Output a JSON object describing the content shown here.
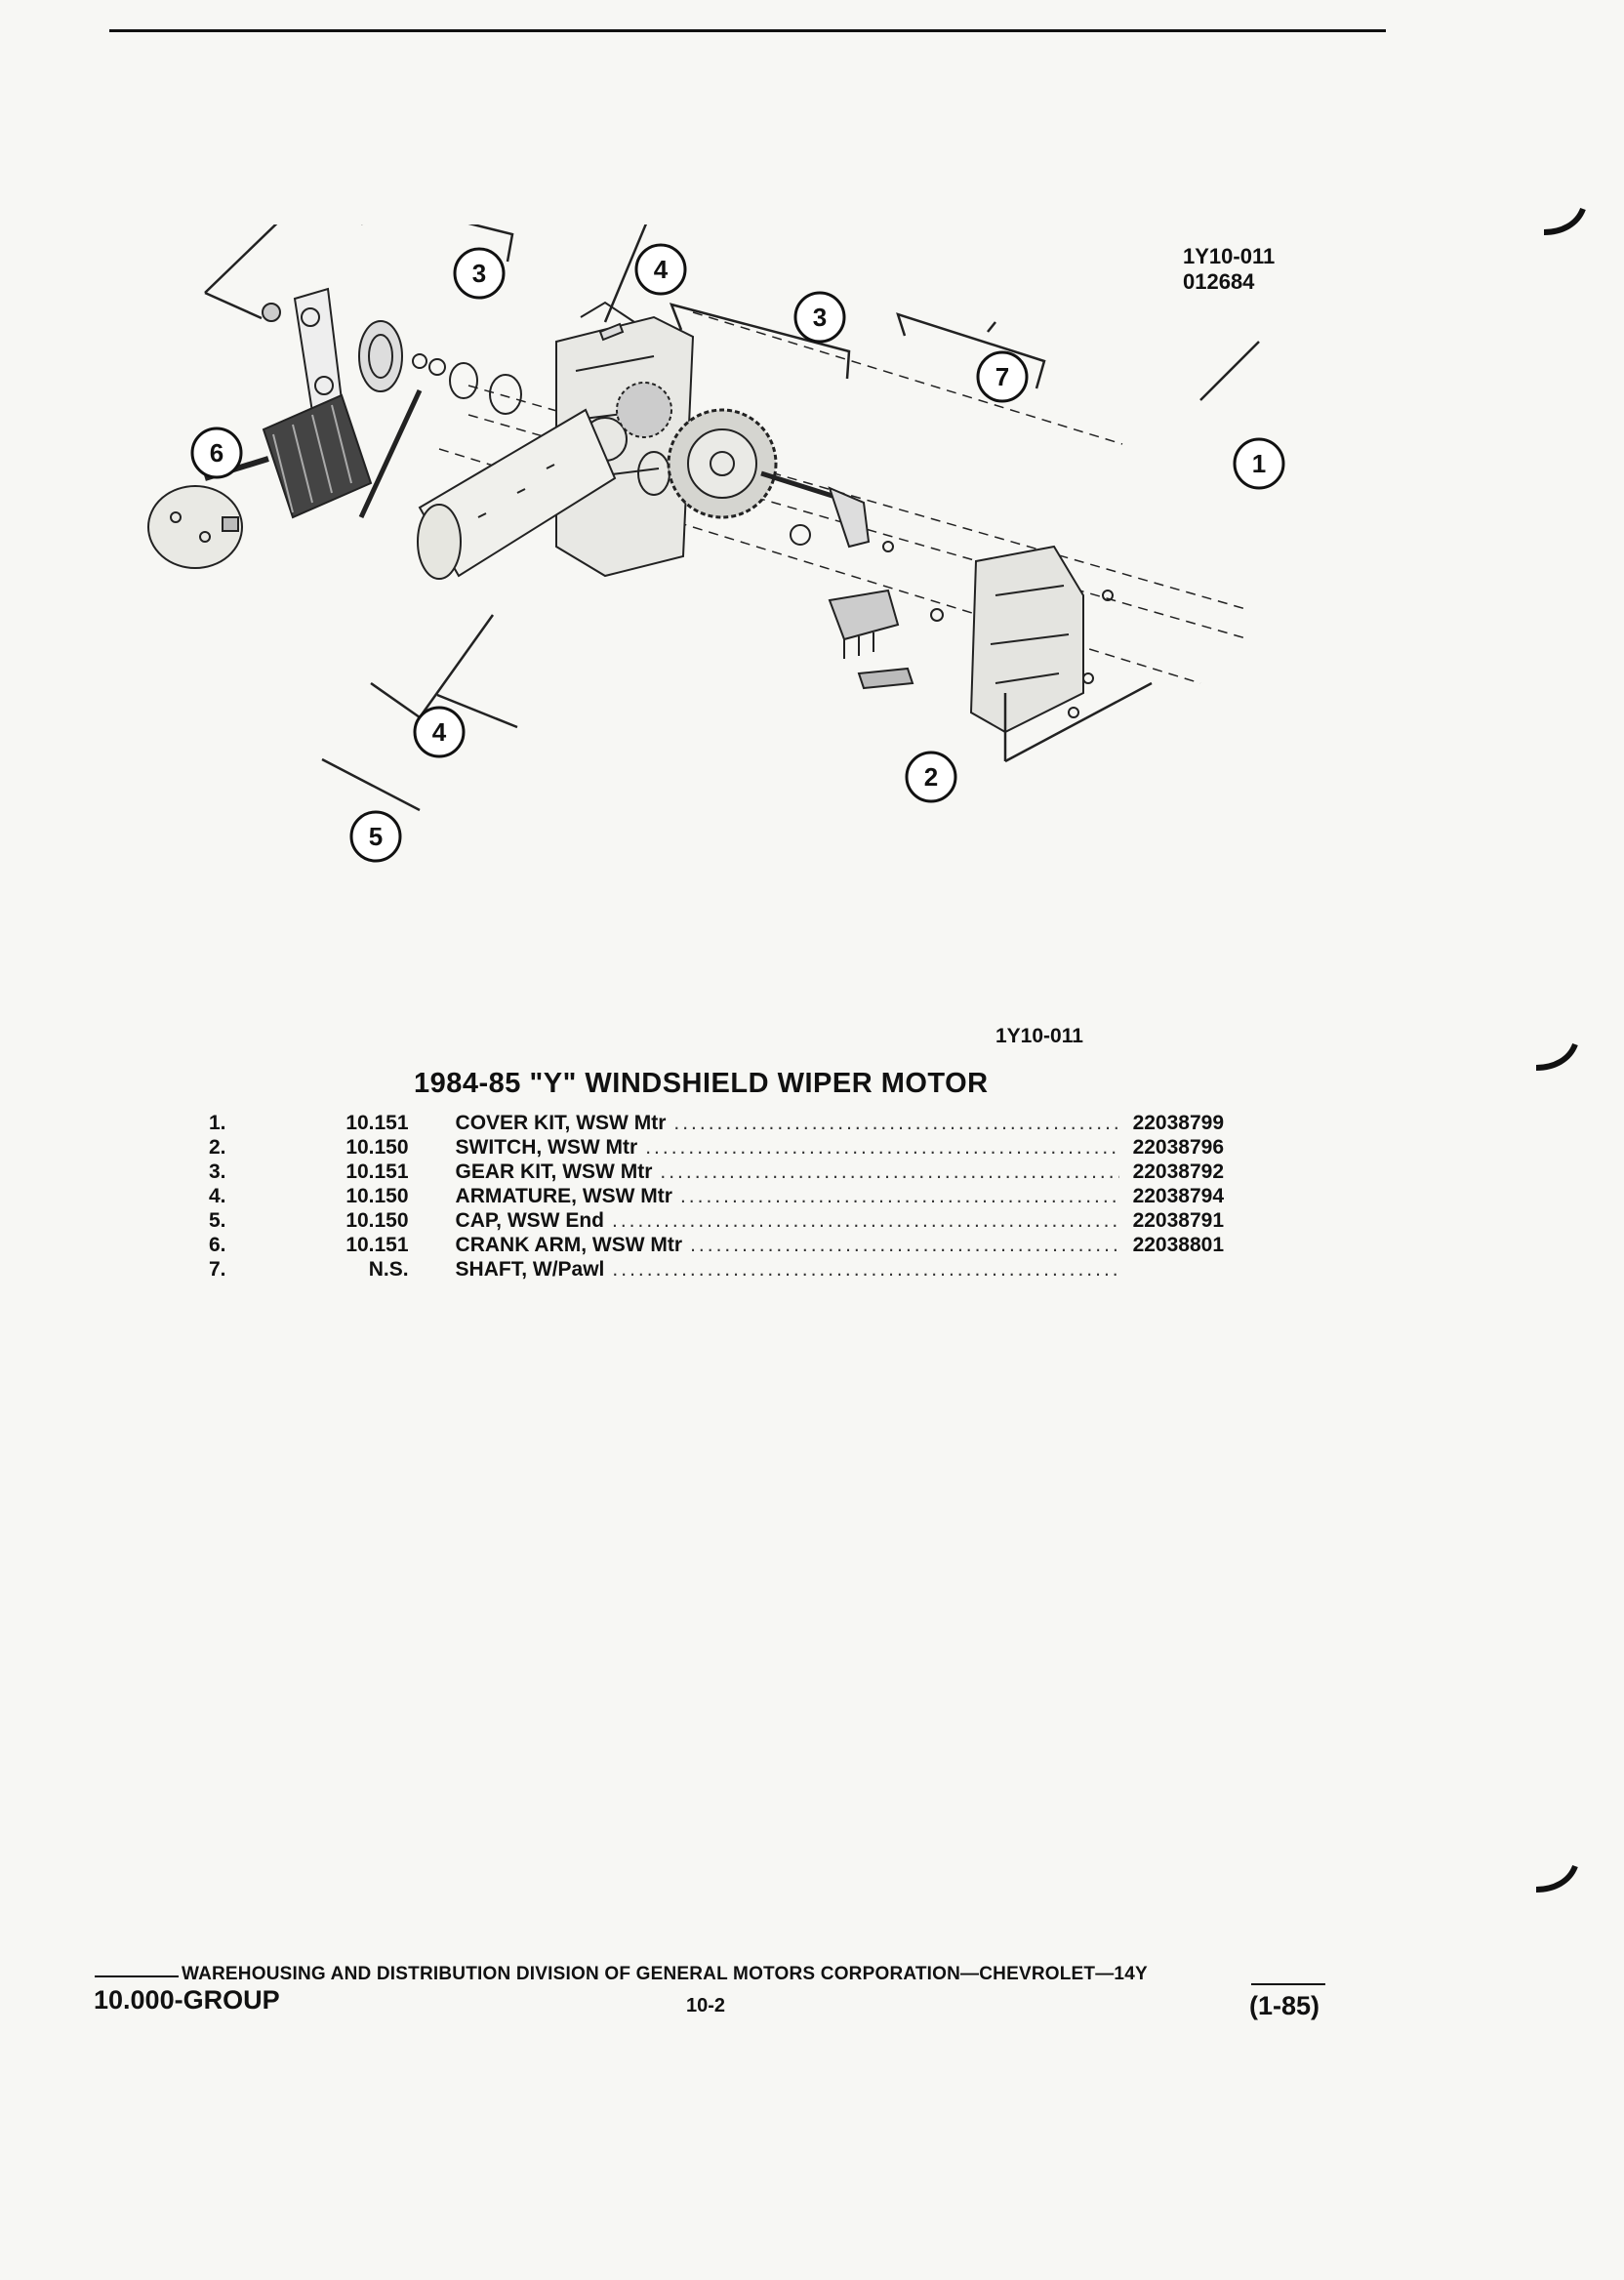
{
  "figure": {
    "tag_line1": "1Y10-011",
    "tag_line2": "012684",
    "caption": "1Y10-011",
    "callouts": [
      "1",
      "2",
      "3",
      "3",
      "4",
      "4",
      "5",
      "6",
      "7"
    ]
  },
  "parts_list": {
    "title": "1984-85 \"Y\" WINDSHIELD WIPER MOTOR",
    "rows": [
      {
        "num": "1.",
        "group": "10.151",
        "description": "COVER KIT, WSW Mtr",
        "part": "22038799"
      },
      {
        "num": "2.",
        "group": "10.150",
        "description": "SWITCH, WSW Mtr",
        "part": "22038796"
      },
      {
        "num": "3.",
        "group": "10.151",
        "description": "GEAR KIT, WSW Mtr",
        "part": "22038792"
      },
      {
        "num": "4.",
        "group": "10.150",
        "description": "ARMATURE, WSW Mtr",
        "part": "22038794"
      },
      {
        "num": "5.",
        "group": "10.150",
        "description": "CAP, WSW End",
        "part": "22038791"
      },
      {
        "num": "6.",
        "group": "10.151",
        "description": "CRANK ARM, WSW Mtr",
        "part": "22038801"
      },
      {
        "num": "7.",
        "group": "N.S.",
        "description": "SHAFT, W/Pawl",
        "part": ""
      }
    ]
  },
  "footer": {
    "division_line": "WAREHOUSING AND DISTRIBUTION DIVISION OF GENERAL MOTORS CORPORATION—CHEVROLET—14Y",
    "group": "10.000-GROUP",
    "page": "10-2",
    "date": "(1-85)"
  }
}
